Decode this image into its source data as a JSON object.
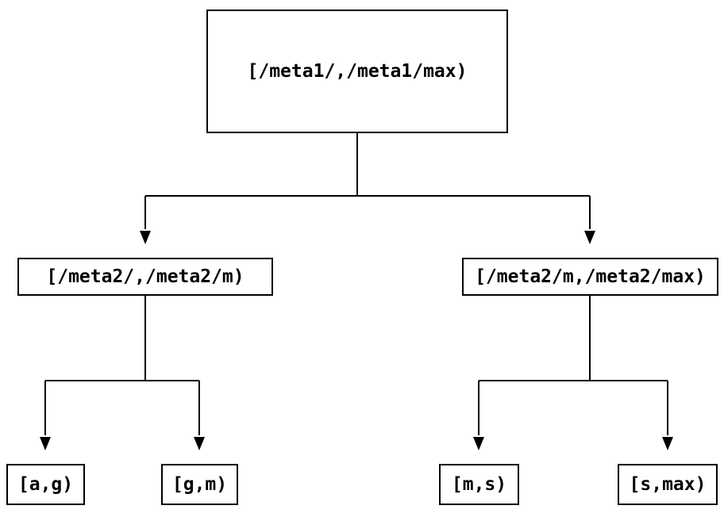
{
  "colors": {
    "background": "#ffffff",
    "line": "#000000",
    "text": "#000000",
    "node_fill": "#ffffff"
  },
  "nodes": {
    "root": {
      "label": "[/meta1/,/meta1/max)"
    },
    "meta2_left": {
      "label": "[/meta2/,/meta2/m)"
    },
    "meta2_right": {
      "label": "[/meta2/m,/meta2/max)"
    },
    "leaf_a_g": {
      "label": "[a,g)"
    },
    "leaf_g_m": {
      "label": "[g,m)"
    },
    "leaf_m_s": {
      "label": "[m,s)"
    },
    "leaf_s_max": {
      "label": "[s,max)"
    }
  },
  "edges": [
    {
      "from": "root",
      "to": "meta2_left"
    },
    {
      "from": "root",
      "to": "meta2_right"
    },
    {
      "from": "meta2_left",
      "to": "leaf_a_g"
    },
    {
      "from": "meta2_left",
      "to": "leaf_g_m"
    },
    {
      "from": "meta2_right",
      "to": "leaf_m_s"
    },
    {
      "from": "meta2_right",
      "to": "leaf_s_max"
    }
  ]
}
